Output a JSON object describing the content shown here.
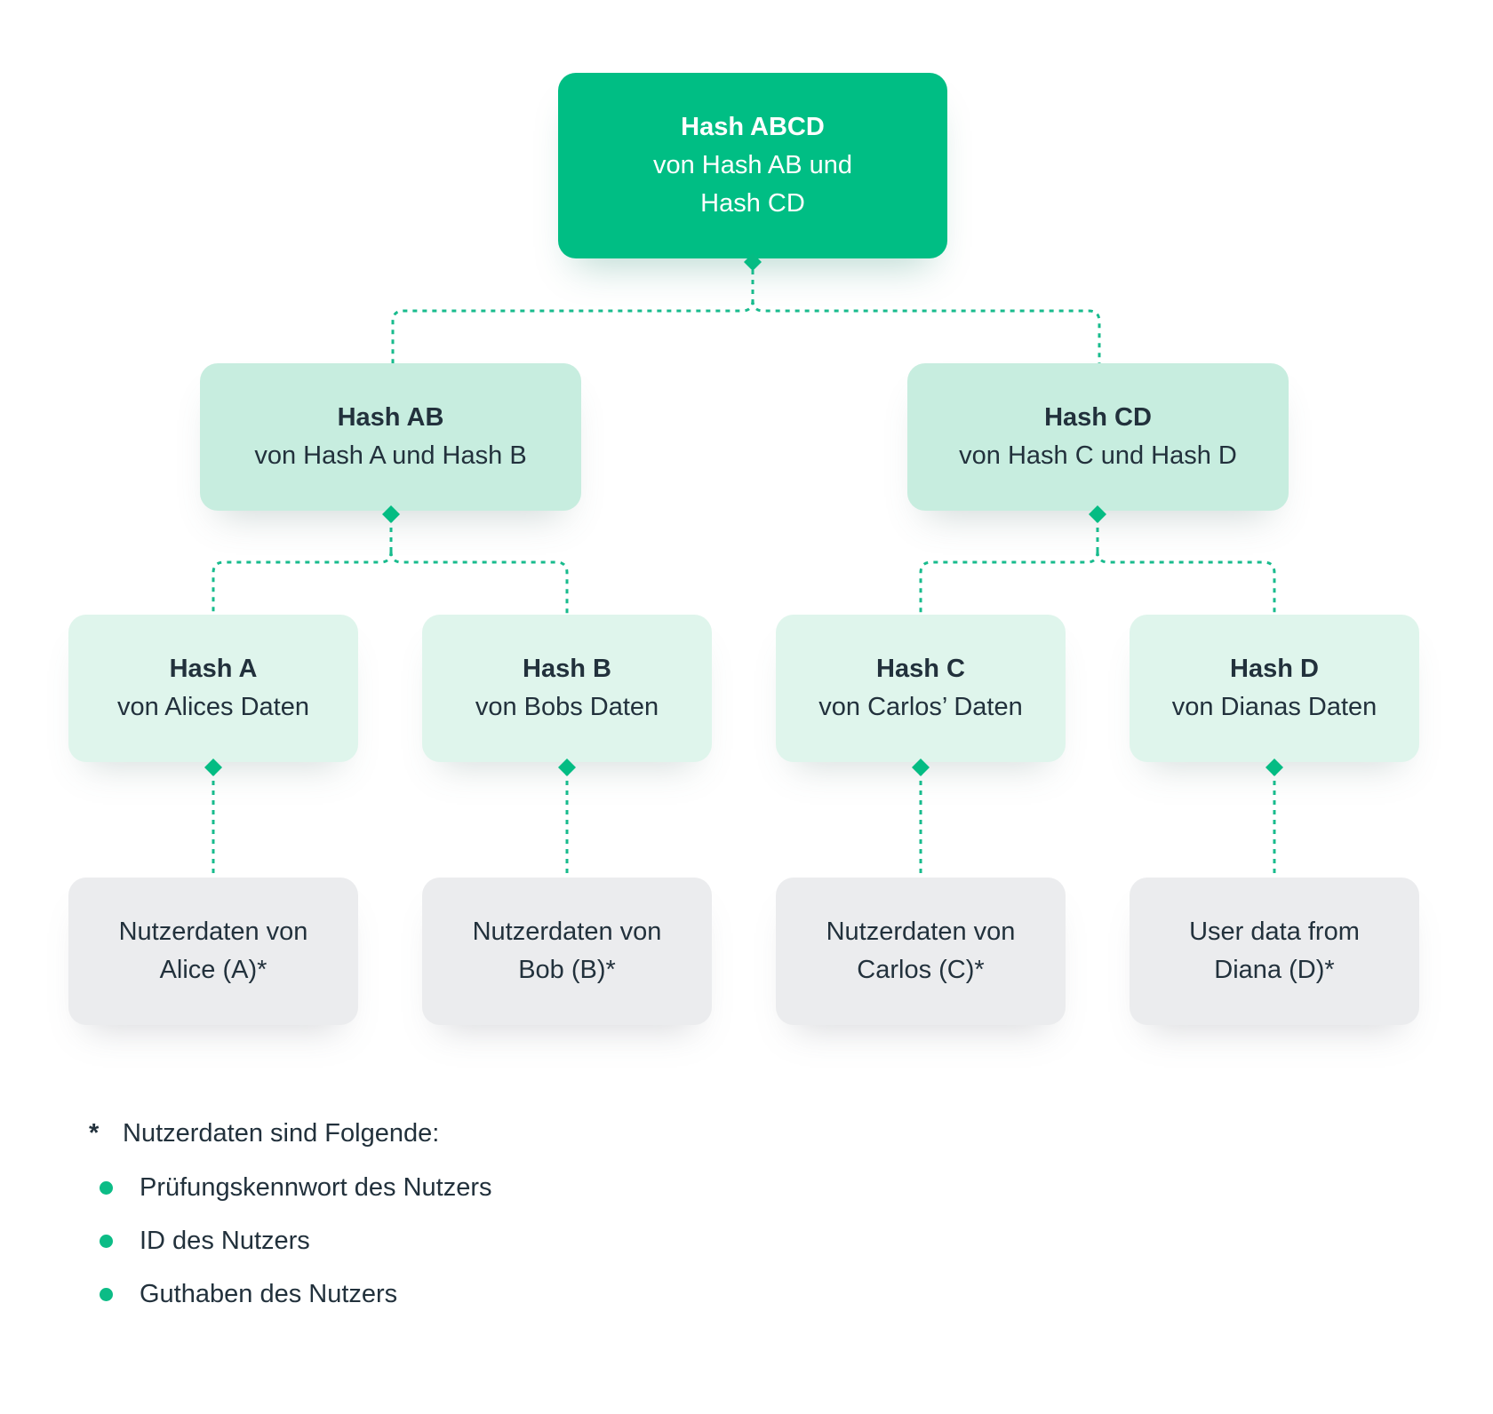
{
  "colors": {
    "root_bg": "#00be84",
    "level2_bg": "#c7eddf",
    "level3_bg": "#dff5ec",
    "leaf_bg": "#ebecee",
    "connector": "#18bb8d",
    "diamond": "#04bc83",
    "text_dark": "#22313c",
    "text_light": "#ffffff",
    "bullet": "#0cbc86",
    "page_bg": "#ffffff"
  },
  "tree": {
    "root": {
      "title": "Hash ABCD",
      "subtitle": "von Hash AB und\nHash CD"
    },
    "level2": [
      {
        "title": "Hash AB",
        "subtitle": "von Hash A und Hash B"
      },
      {
        "title": "Hash CD",
        "subtitle": "von Hash C und Hash D"
      }
    ],
    "level3": [
      {
        "title": "Hash A",
        "subtitle": "von Alices Daten"
      },
      {
        "title": "Hash B",
        "subtitle": "von Bobs Daten"
      },
      {
        "title": "Hash C",
        "subtitle": "von Carlos’ Daten"
      },
      {
        "title": "Hash D",
        "subtitle": "von Dianas Daten"
      }
    ],
    "leaves": [
      {
        "text": "Nutzerdaten von\nAlice (A)*"
      },
      {
        "text": "Nutzerdaten von\nBob (B)*"
      },
      {
        "text": "Nutzerdaten von\nCarlos (C)*"
      },
      {
        "text": "User data from\nDiana (D)*"
      }
    ]
  },
  "footnote": {
    "marker": "*",
    "title": "Nutzerdaten sind Folgende:",
    "bullets": [
      "Prüfungskennwort des Nutzers",
      "ID des Nutzers",
      "Guthaben des Nutzers"
    ]
  }
}
